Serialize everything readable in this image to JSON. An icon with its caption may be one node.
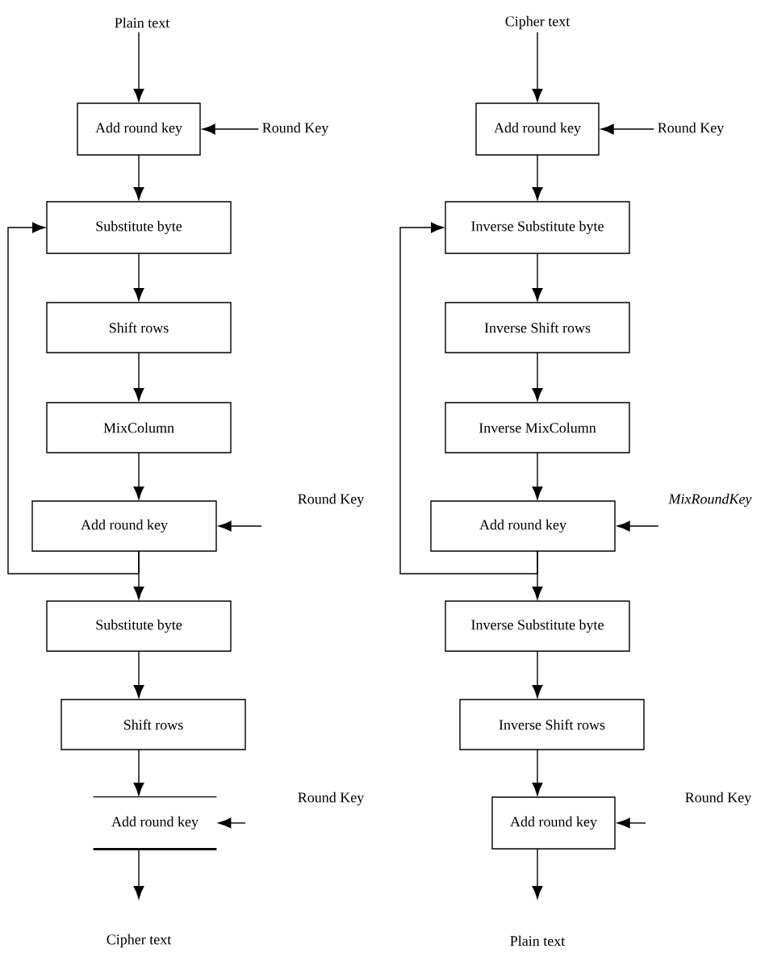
{
  "diagram": {
    "nodes": [
      {
        "text": [
          "Plain text"
        ]
      },
      {
        "text": [
          "Add round key"
        ]
      },
      {
        "text": [
          "Round Key"
        ]
      },
      {
        "text": [
          "Substitute byte"
        ]
      },
      {
        "text": [
          "Shift rows"
        ]
      },
      {
        "text": [
          "MixColumn"
        ]
      },
      {
        "text": [
          "Add round key"
        ]
      },
      {
        "text": [
          "Substitute byte"
        ]
      },
      {
        "text": [
          "Shift rows"
        ]
      },
      {
        "text": [
          "Add round key"
        ]
      },
      {
        "text": [
          "Cipher text"
        ]
      },
      {
        "text": [
          "Cipher text"
        ]
      },
      {
        "text": [
          "Add round key"
        ]
      },
      {
        "text": [
          "Round Key"
        ]
      },
      {
        "text": [
          "Inverse Substitute byte"
        ]
      },
      {
        "text": [
          "Inverse Shift rows"
        ]
      },
      {
        "text": [
          "Inverse MixColumn"
        ]
      },
      {
        "text": [
          "Add round key"
        ]
      },
      {
        "text": [
          "Inverse Substitute byte"
        ]
      },
      {
        "text": [
          "Inverse Shift rows"
        ]
      },
      {
        "text": [
          "Add round key"
        ]
      },
      {
        "text": [
          "Plain text"
        ]
      }
    ],
    "edges": [
      {
        "from": 0,
        "to": 1,
        "arrow": "to"
      },
      {
        "from": 2,
        "to": 1,
        "arrow": "to"
      },
      {
        "from": 1,
        "to": 3,
        "arrow": "to"
      },
      {
        "from": 3,
        "to": 4,
        "arrow": "to"
      },
      {
        "from": 4,
        "to": 5,
        "arrow": "to"
      },
      {
        "from": 5,
        "to": 6,
        "arrow": "to"
      },
      {
        "from": null,
        "to": 6,
        "arrow": "to"
      },
      {
        "from": 6,
        "to": 7,
        "arrow": "to"
      },
      {
        "from": 6,
        "to": 3,
        "arrow": "to"
      },
      {
        "from": 7,
        "to": 8,
        "arrow": "to"
      },
      {
        "from": 8,
        "to": 9,
        "arrow": "to"
      },
      {
        "from": null,
        "to": 9,
        "arrow": "to"
      },
      {
        "from": 9,
        "to": 10,
        "arrow": "to"
      },
      {
        "from": 11,
        "to": 12,
        "arrow": "to"
      },
      {
        "from": 13,
        "to": 12,
        "arrow": "to"
      },
      {
        "from": 12,
        "to": 14,
        "arrow": "to"
      },
      {
        "from": 14,
        "to": 15,
        "arrow": "to"
      },
      {
        "from": 15,
        "to": 16,
        "arrow": "to"
      },
      {
        "from": 16,
        "to": 17,
        "arrow": "to"
      },
      {
        "from": null,
        "to": 17,
        "arrow": "to"
      },
      {
        "from": 17,
        "to": 18,
        "arrow": "to"
      },
      {
        "from": 17,
        "to": 14,
        "arrow": "to"
      },
      {
        "from": 18,
        "to": 19,
        "arrow": "to"
      },
      {
        "from": 19,
        "to": 20,
        "arrow": "to"
      },
      {
        "from": null,
        "to": 20,
        "arrow": "to"
      },
      {
        "from": 20,
        "to": 21,
        "arrow": "to"
      }
    ],
    "labels": [
      "Round Key",
      "MixRoundKey",
      "Round Key",
      "Round Key"
    ]
  }
}
